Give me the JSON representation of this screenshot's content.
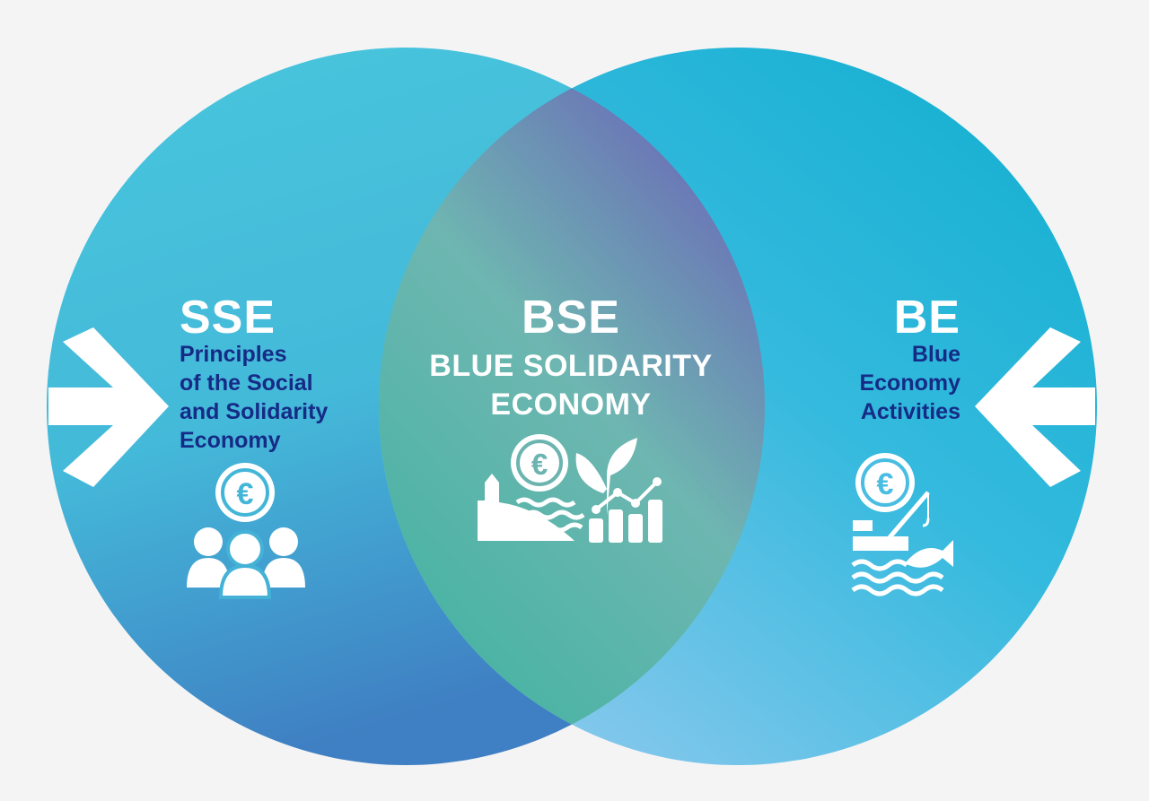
{
  "colors": {
    "background": "#f4f4f5",
    "left_circle": "#47c3dc",
    "right_circle": "#17b2d2",
    "overlap": "#6b78b8",
    "overlap_low": "#4fb5a7",
    "label_navy": "#152b86",
    "white": "#ffffff"
  },
  "left": {
    "abbr": "SSE",
    "desc_lines": [
      "Principles",
      "of the Social",
      "and Solidarity",
      "Economy"
    ],
    "icon": "people-euro-icon"
  },
  "center": {
    "abbr": "BSE",
    "desc_lines": [
      "BLUE SOLIDARITY",
      "ECONOMY"
    ],
    "icon": "coast-plant-growth-euro-icon"
  },
  "right": {
    "abbr": "BE",
    "desc_lines": [
      "Blue",
      "Economy",
      "Activities"
    ],
    "icon": "fishing-euro-icon"
  },
  "arrows": {
    "left": "chevron-right-icon",
    "right": "chevron-left-icon"
  }
}
